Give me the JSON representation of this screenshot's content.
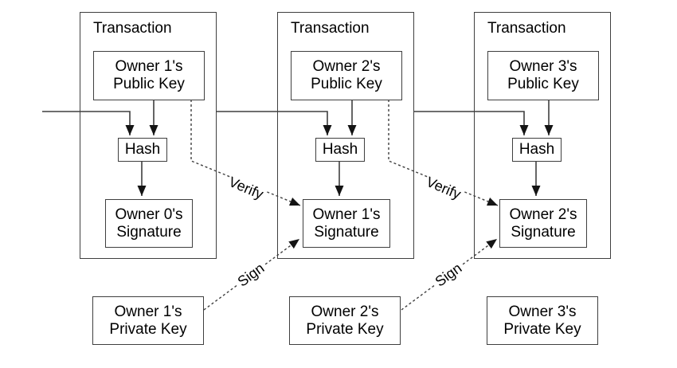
{
  "colors": {
    "bg": "#ffffff",
    "line": "#3f3f3f",
    "arrowhead": "#141414",
    "text": "#000000"
  },
  "transactions": [
    {
      "title": "Transaction",
      "public_key": "Owner 1's\nPublic Key",
      "hash": "Hash",
      "signature": "Owner 0's\nSignature"
    },
    {
      "title": "Transaction",
      "public_key": "Owner 2's\nPublic Key",
      "hash": "Hash",
      "signature": "Owner 1's\nSignature"
    },
    {
      "title": "Transaction",
      "public_key": "Owner 3's\nPublic Key",
      "hash": "Hash",
      "signature": "Owner 2's\nSignature"
    }
  ],
  "private_keys": [
    {
      "label": "Owner 1's\nPrivate Key"
    },
    {
      "label": "Owner 2's\nPrivate Key"
    },
    {
      "label": "Owner 3's\nPrivate Key"
    }
  ],
  "edge_labels": {
    "verify_1": "Verify",
    "verify_2": "Verify",
    "sign_1": "Sign",
    "sign_2": "Sign"
  }
}
